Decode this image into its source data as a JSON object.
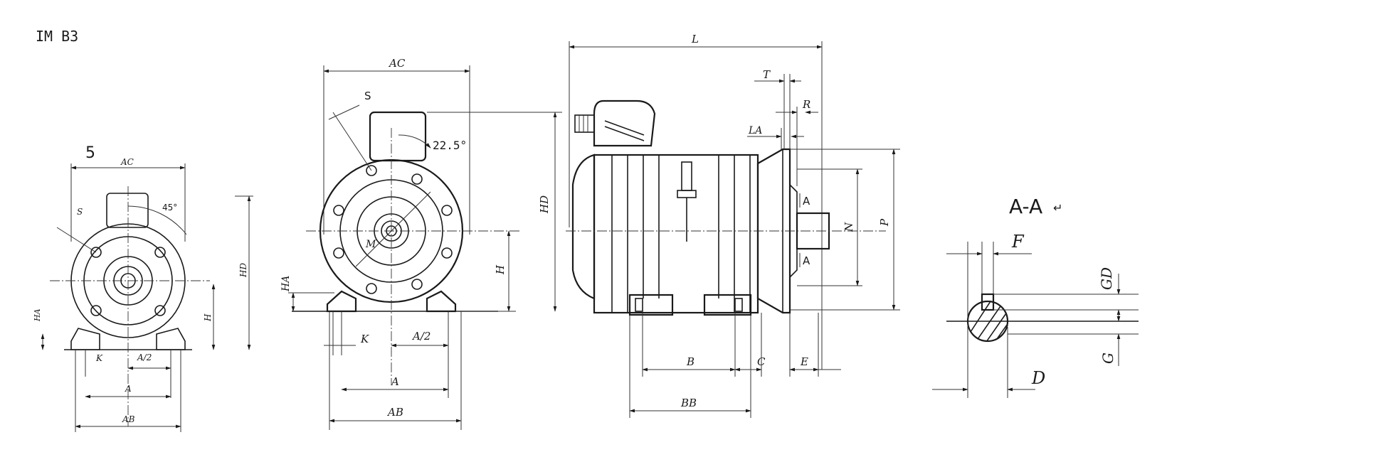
{
  "header": {
    "title": "IM B3"
  },
  "small_view": {
    "frame_no": "5",
    "labels": {
      "AC": "AC",
      "S": "S",
      "angle": "45°",
      "HD": "HD",
      "H": "H",
      "HA": "HA",
      "K": "K",
      "A2": "A/2",
      "A": "A",
      "AB": "AB"
    }
  },
  "front_view": {
    "labels": {
      "AC": "AC",
      "S": "S",
      "angle": "22.5°",
      "HD": "HD",
      "H": "H",
      "M": "M",
      "HA": "HA",
      "K": "K",
      "A2": "A/2",
      "A": "A",
      "AB": "AB"
    }
  },
  "side_view": {
    "labels": {
      "L": "L",
      "T": "T",
      "R": "R",
      "LA": "LA",
      "A_top": "A",
      "A_bot": "A",
      "N": "N",
      "P": "P",
      "B": "B",
      "C": "C",
      "E": "E",
      "BB": "BB"
    }
  },
  "section": {
    "title": "A-A",
    "labels": {
      "F": "F",
      "GD": "GD",
      "G": "G",
      "D": "D"
    }
  }
}
